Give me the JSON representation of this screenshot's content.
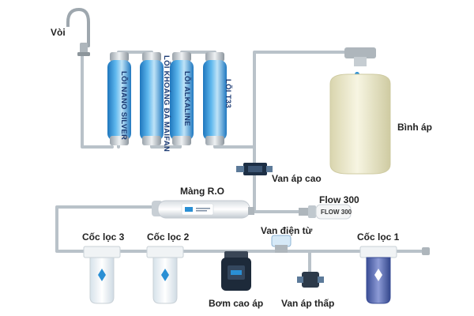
{
  "labels": {
    "faucet": "Vòi",
    "nano_silver": "LÕI NANO SILVER",
    "maifan": "LÕI KHOÁNG ĐÁ MAIFAN",
    "alkaline": "LÕI ALKALINE",
    "t33": "LÕI T33",
    "pressure_tank": "Bình áp",
    "high_pressure_valve": "Van áp cao",
    "ro_membrane": "Màng R.O",
    "flow": "Flow 300",
    "flow_tag": "FLOW 300",
    "solenoid_valve": "Van điện từ",
    "filter_cup_3": "Cốc lọc 3",
    "filter_cup_2": "Cốc lọc 2",
    "filter_cup_1": "Cốc lọc 1",
    "booster_pump": "Bơm cao áp",
    "low_pressure_valve": "Van áp thấp"
  },
  "colors": {
    "pipe": "#b9c2c9",
    "cartridge_blue": "#2a8fd4",
    "cartridge_text": "#1b3a73",
    "tank": "#ece9c9",
    "cup_clear": "#eef4f8",
    "cup_blue": "#4c5fa8",
    "pump": "#1d2a3a"
  }
}
